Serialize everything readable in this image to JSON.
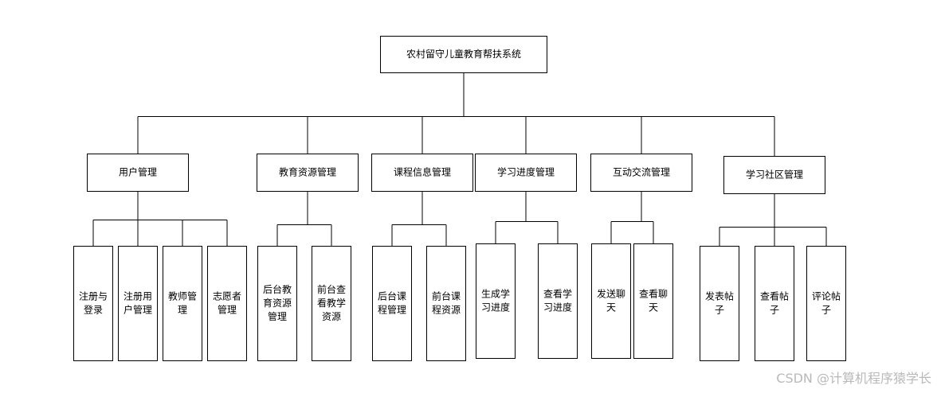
{
  "root": {
    "label": "农村留守儿童教育帮扶系统"
  },
  "modules": [
    {
      "label": "用户管理",
      "children": [
        [
          "注册与",
          "登录"
        ],
        [
          "注册用",
          "户管理"
        ],
        [
          "教师管",
          "理"
        ],
        [
          "志愿者",
          "管理"
        ]
      ]
    },
    {
      "label": "教育资源管理",
      "children": [
        [
          "后台教",
          "育资源",
          "管理"
        ],
        [
          "前台查",
          "看教学",
          "资源"
        ]
      ]
    },
    {
      "label": "课程信息管理",
      "children": [
        [
          "后台课",
          "程管理"
        ],
        [
          "前台课",
          "程资源"
        ]
      ]
    },
    {
      "label": "学习进度管理",
      "children": [
        [
          "生成学",
          "习进度"
        ],
        [
          "查看学",
          "习进度"
        ]
      ]
    },
    {
      "label": "互动交流管理",
      "children": [
        [
          "发送聊",
          "天"
        ],
        [
          "查看聊",
          "天"
        ]
      ]
    },
    {
      "label": "学习社区管理",
      "children": [
        [
          "发表帖",
          "子"
        ],
        [
          "查看帖",
          "子"
        ],
        [
          "评论帖",
          "子"
        ]
      ]
    }
  ],
  "watermark": "CSDN @计算机程序猿学长"
}
